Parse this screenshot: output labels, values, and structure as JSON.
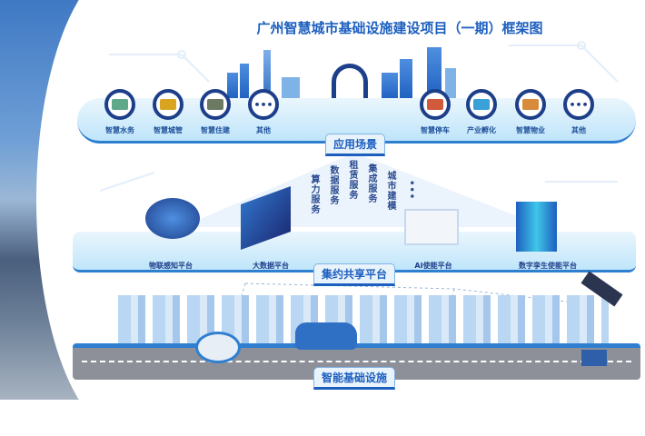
{
  "title": "广州智慧城市基础设施建设项目（一期）框架图",
  "layers": {
    "application": {
      "label": "应用场景",
      "items": [
        {
          "label": "智慧水务",
          "icon": "water-icon",
          "color": "#5fa88a"
        },
        {
          "label": "智慧城管",
          "icon": "truck-icon",
          "color": "#d9a521"
        },
        {
          "label": "智慧住建",
          "icon": "construction-icon",
          "color": "#6d7a63"
        },
        {
          "label": "其他",
          "icon": "more-icon",
          "text": "•••"
        },
        {
          "label": "智慧停车",
          "icon": "parking-icon",
          "color": "#d05a3a"
        },
        {
          "label": "产业孵化",
          "icon": "industry-icon",
          "color": "#3aa0d8"
        },
        {
          "label": "智慧物业",
          "icon": "property-icon",
          "color": "#d88b3a"
        },
        {
          "label": "其他",
          "icon": "more-icon",
          "text": "•••"
        }
      ]
    },
    "services": [
      "算力服务",
      "数据服务",
      "租赁服务",
      "集成服务",
      "城市建模",
      "•••"
    ],
    "platform": {
      "label": "集约共享平台",
      "items": [
        {
          "label": "物联感知平台",
          "icon": "iot-icon"
        },
        {
          "label": "大数据平台",
          "icon": "bigdata-icon"
        },
        {
          "label": "AI使能平台",
          "icon": "ai-icon"
        },
        {
          "label": "数字孪生使能平台",
          "icon": "digital-twin-icon"
        }
      ]
    },
    "infrastructure": {
      "label": "智能基础设施"
    }
  }
}
